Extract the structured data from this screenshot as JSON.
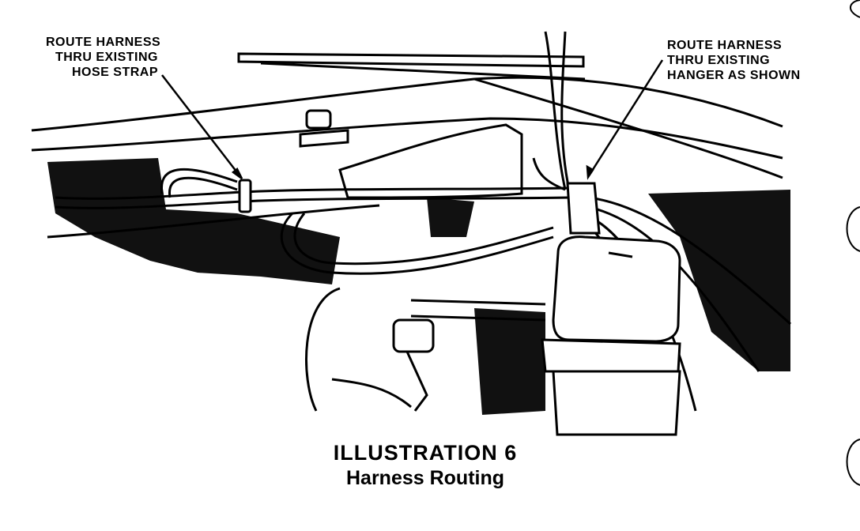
{
  "callouts": {
    "left": {
      "lines": [
        "ROUTE HARNESS",
        "THRU EXISTING",
        "HOSE STRAP"
      ]
    },
    "right": {
      "lines": [
        "ROUTE HARNESS",
        "THRU EXISTING",
        "HANGER AS SHOWN"
      ]
    }
  },
  "caption": {
    "title": "ILLUSTRATION 6",
    "subtitle": "Harness Routing"
  }
}
